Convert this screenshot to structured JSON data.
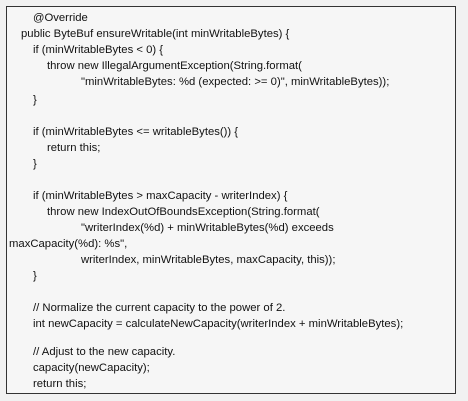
{
  "document": {
    "code_lines": [
      "@Override",
      "public ByteBuf ensureWritable(int minWritableBytes) {",
      "if (minWritableBytes < 0) {",
      "throw new IllegalArgumentException(String.format(",
      "\"minWritableBytes: %d (expected: >= 0)\", minWritableBytes));",
      "}",
      "if (minWritableBytes <= writableBytes()) {",
      "return this;",
      "}",
      "if (minWritableBytes > maxCapacity - writerIndex) {",
      "throw new IndexOutOfBoundsException(String.format(",
      "\"writerIndex(%d) + minWritableBytes(%d) exceeds",
      "maxCapacity(%d): %s\",",
      "writerIndex, minWritableBytes, maxCapacity, this));",
      "}",
      "// Normalize the current capacity to the power of 2.",
      "int newCapacity = calculateNewCapacity(writerIndex + minWritableBytes);",
      "// Adjust to the new capacity.",
      "capacity(newCapacity);",
      "return this;",
      "}"
    ]
  }
}
